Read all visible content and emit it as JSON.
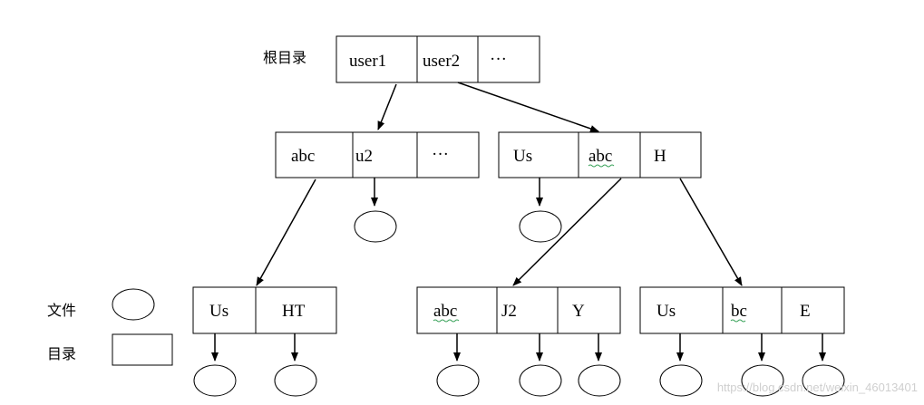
{
  "root_label": "根目录",
  "legend": {
    "file_label": "文件",
    "dir_label": "目录"
  },
  "nodes": {
    "root": [
      "user1",
      "user2",
      "···"
    ],
    "user1_dir": [
      "abc",
      "u2",
      "···"
    ],
    "user2_dir": [
      "Us",
      "abc",
      "H"
    ],
    "abc_dir": [
      "Us",
      "HT"
    ],
    "user2_abc_dir": [
      "abc",
      "J2",
      "Y"
    ],
    "h_dir": [
      "Us",
      "bc",
      "E"
    ]
  },
  "watermark": "https://blog.csdn.net/weixin_46013401"
}
